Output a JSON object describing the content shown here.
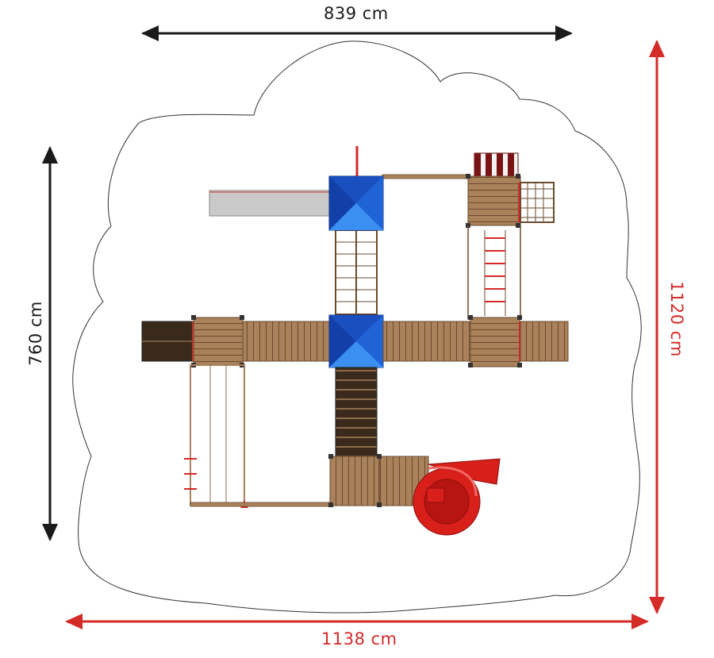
{
  "dimensions": {
    "top_width": "839 cm",
    "left_height": "760 cm",
    "right_height": "1120 cm",
    "bottom_width": "1138 cm"
  },
  "colors": {
    "black_arrow": "#1a1a1a",
    "red_arrow": "#d42a28",
    "safety_outline": "#333333",
    "wood": "#a9825c",
    "wood_dark": "#6b4a2c",
    "dark_wood": "#3a2a1c",
    "roof_dark": "#1240a8",
    "roof_light": "#2e7be0",
    "slide_red": "#d81f1a",
    "slide_grey": "#c9c9c9"
  },
  "icons": [
    "dimension-arrow",
    "roof-icon",
    "spiral-slide",
    "straight-slide",
    "climbing-ladder",
    "rope-net"
  ]
}
